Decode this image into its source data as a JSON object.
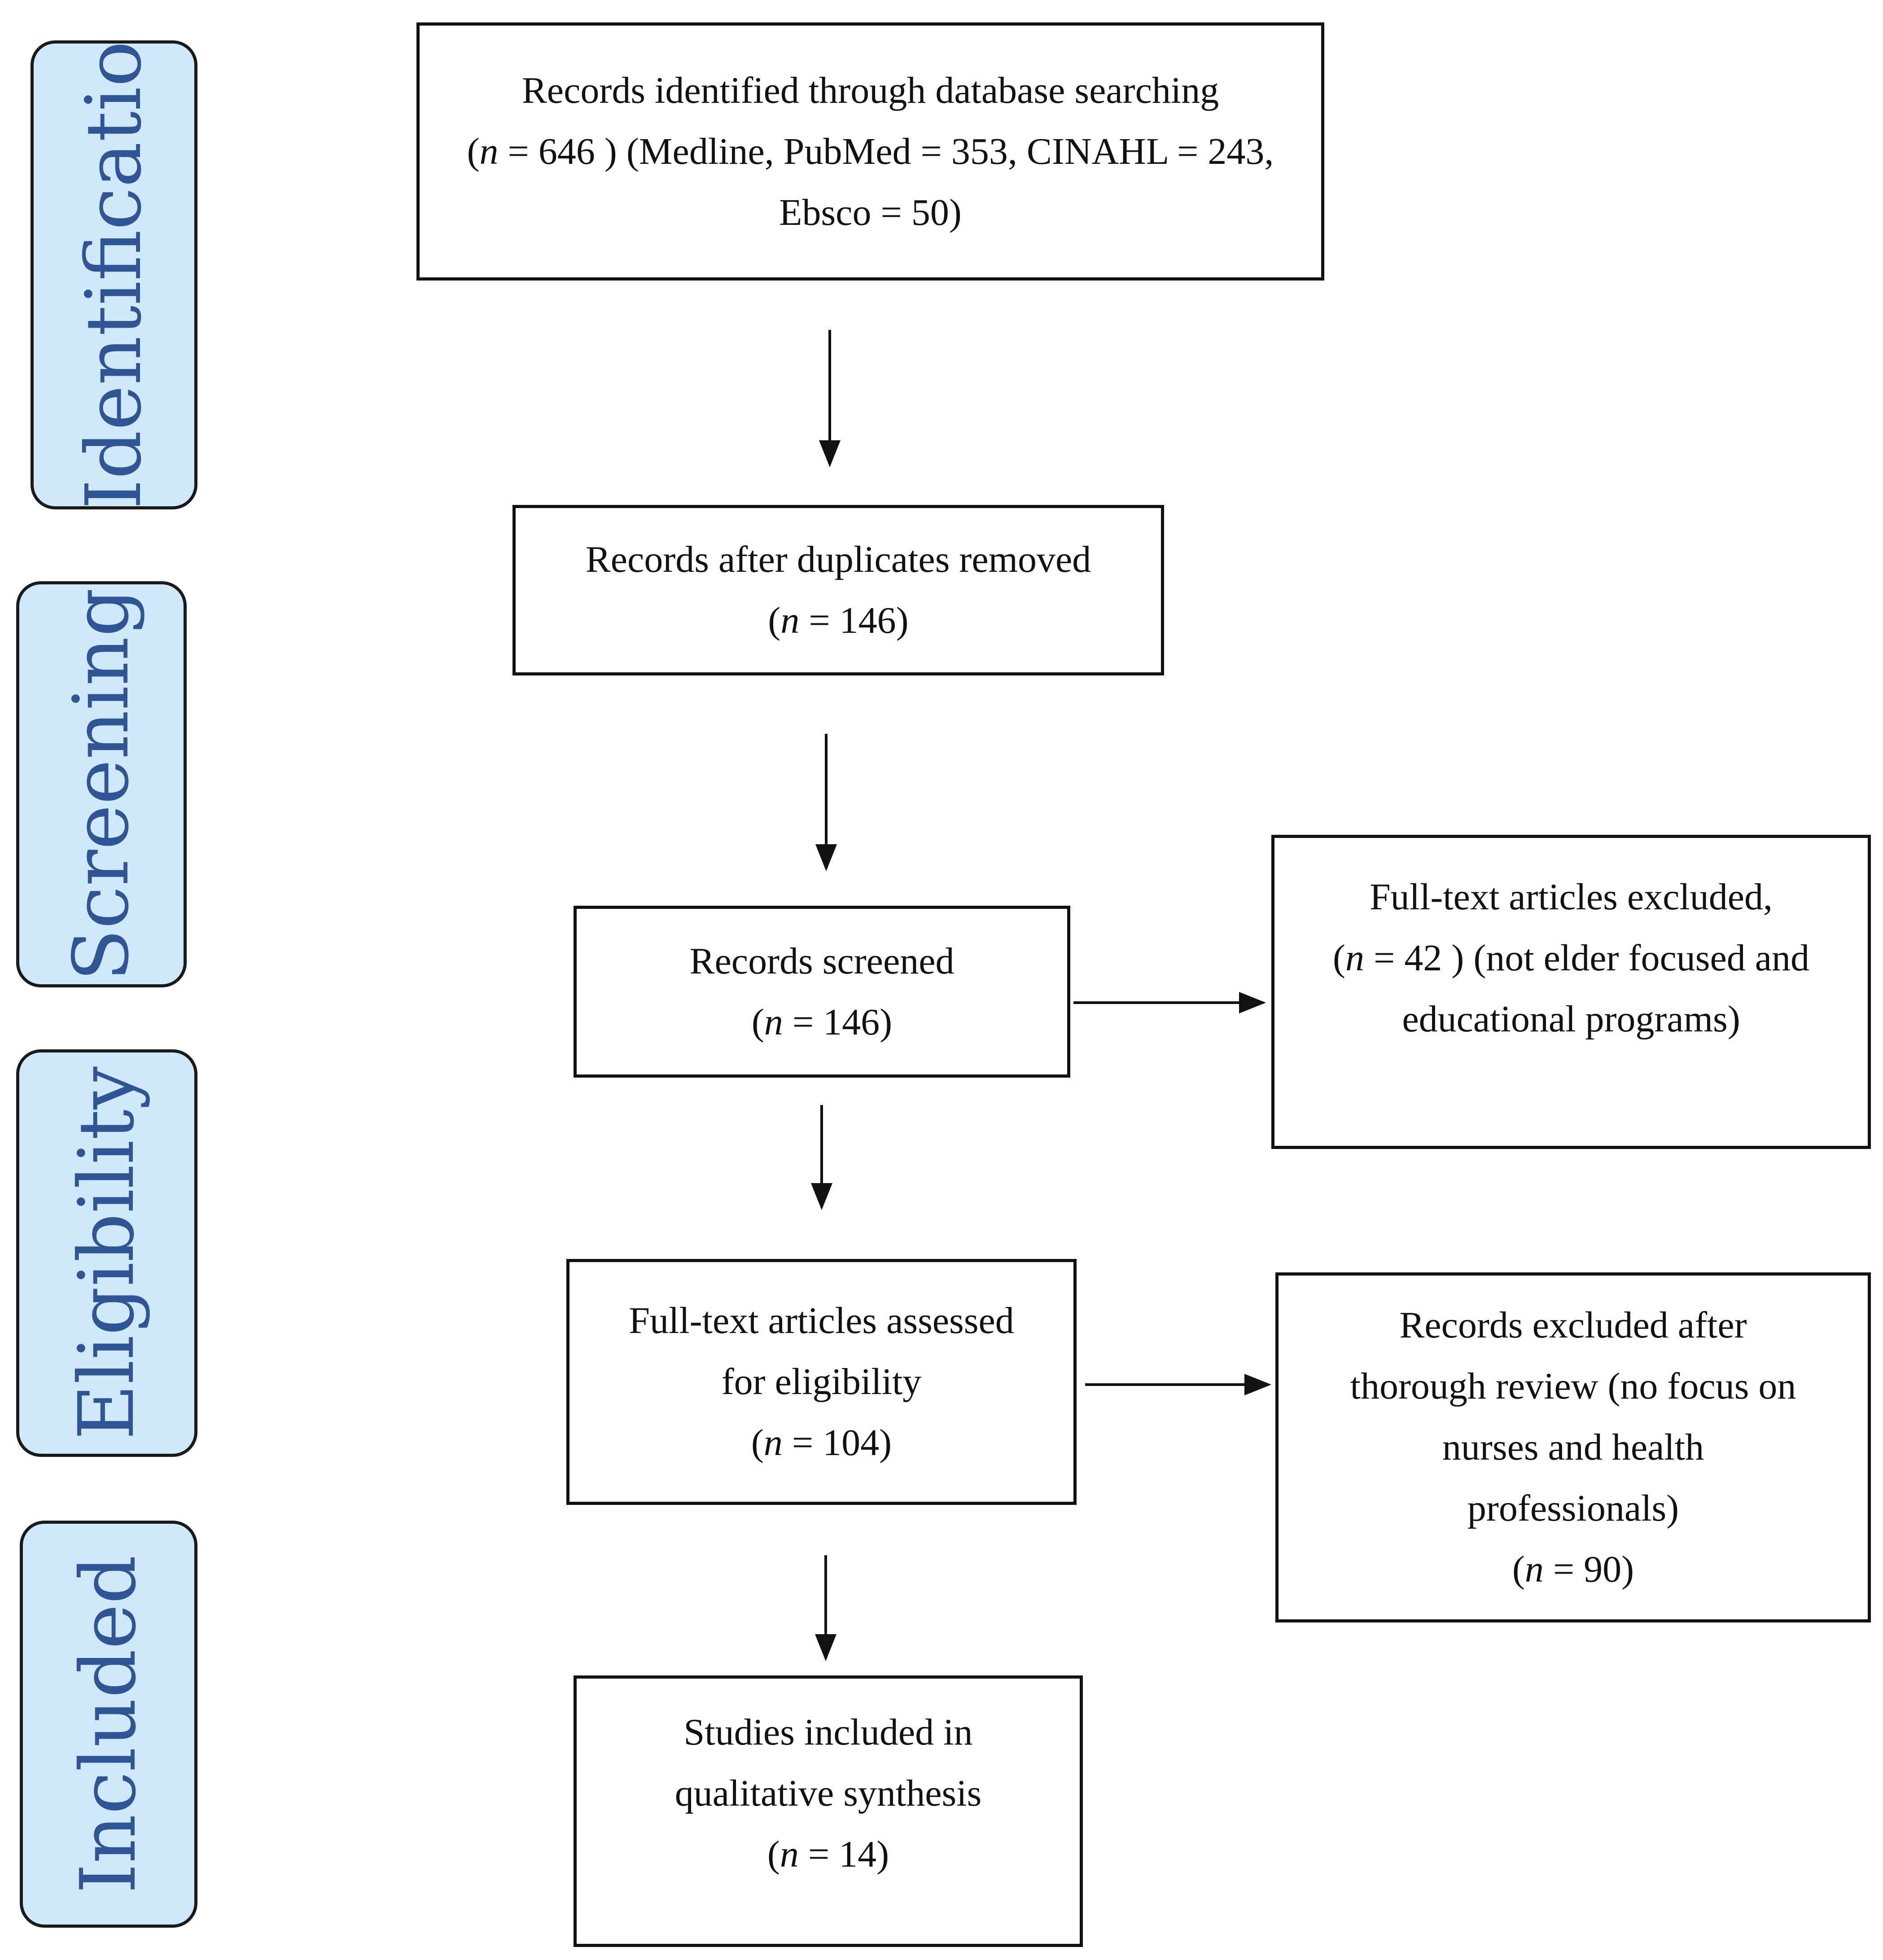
{
  "stages": {
    "identification": "Identificatio",
    "screening": "Screening",
    "eligibility": "Eligibility",
    "included": "Included"
  },
  "boxes": {
    "identified": {
      "line1": "Records identified through database searching",
      "line2_rest": " = 646 ) (Medline, PubMed = 353, CINAHL = 243,",
      "line3": "Ebsco = 50)"
    },
    "duplicates_removed": {
      "line1": "Records after duplicates removed",
      "count_rest": " = 146)"
    },
    "screened": {
      "line1": "Records screened",
      "count_rest": " = 146)"
    },
    "excluded_fulltext": {
      "line1": "Full-text articles excluded,",
      "line2_rest": " = 42 ) (not elder focused and",
      "line3": "educational programs)"
    },
    "assessed": {
      "line1": "Full-text articles assessed",
      "line2": "for eligibility",
      "count_rest": " = 104)"
    },
    "excluded_review": {
      "line1": "Records excluded after",
      "line2": "thorough review (no focus on",
      "line3": "nurses and health",
      "line4": "professionals)",
      "count_rest": " = 90)"
    },
    "included": {
      "line1": "Studies included in",
      "line2": "qualitative synthesis",
      "count_rest": " = 14)"
    }
  },
  "symbols": {
    "open_paren": "(",
    "n": "n"
  },
  "colors": {
    "stage_fill": "#cfe9fb",
    "stage_text": "#2f5597",
    "line": "#111111"
  }
}
